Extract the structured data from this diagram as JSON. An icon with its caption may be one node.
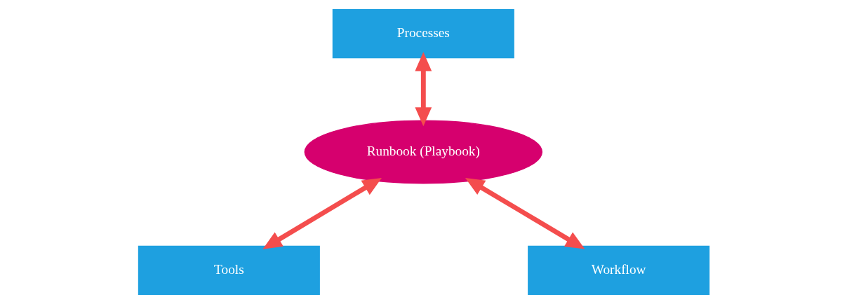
{
  "diagram": {
    "nodes": [
      {
        "text": [
          "Processes"
        ]
      },
      {
        "text": [
          "Runbook (Playbook)"
        ]
      },
      {
        "text": [
          "Tools"
        ]
      },
      {
        "text": [
          "Workflow"
        ]
      }
    ],
    "edges": [
      {
        "from": 0,
        "to": 1,
        "arrow": "both"
      },
      {
        "from": 1,
        "to": 2,
        "arrow": "both"
      },
      {
        "from": 1,
        "to": 3,
        "arrow": "both"
      }
    ]
  }
}
